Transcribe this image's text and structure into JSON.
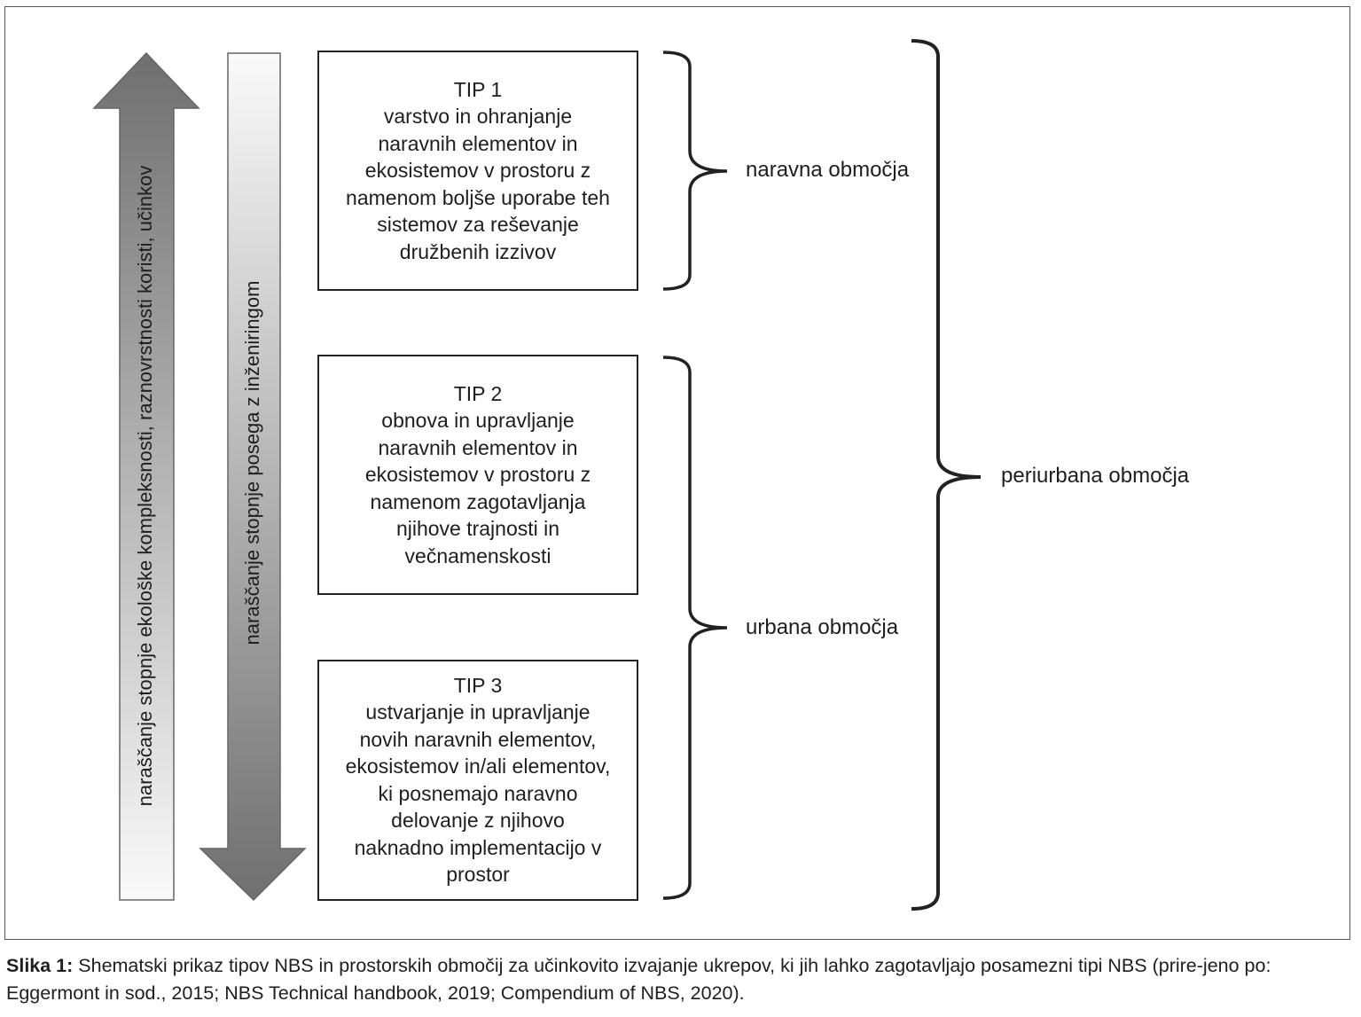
{
  "arrows": {
    "up_label": "naraščanje stopnje ekološke kompleksnosti, raznovrstnosti koristi, učinkov",
    "down_label": "naraščanje stopnje posega z inženiringom"
  },
  "boxes": [
    {
      "tip": "TIP 1",
      "text": "varstvo in ohranjanje\nnaravnih elementov in\nekosistemov v prostoru z\nnamenom boljše uporabe teh\nsistemov za reševanje\ndružbenih izzivov"
    },
    {
      "tip": "TIP 2",
      "text": "obnova in upravljanje\nnaravnih elementov in\nekosistemov v prostoru z\nnamenom zagotavljanja\nnjihove trajnosti in\nvečnamenskosti"
    },
    {
      "tip": "TIP 3",
      "text": "ustvarjanje in upravljanje\nnovih naravnih elementov,\nekosistemov in/ali elementov,\nki posnemajo naravno\ndelovanje z njihovo\nnaknadno implementacijo v\nprostor"
    }
  ],
  "areas": {
    "natural": "naravna območja",
    "urban": "urbana območja",
    "periurban": "periurbana območja"
  },
  "caption": {
    "label": "Slika 1:",
    "text": " Shematski prikaz tipov NBS in prostorskih območij za učinkovito izvajanje ukrepov, ki jih lahko zagotavljajo posamezni tipi NBS (prire-jeno po: Eggermont in sod., 2015; NBS Technical handbook, 2019; Compendium of NBS, 2020)."
  },
  "colors": {
    "arrow_dark": "#7a7a7a",
    "arrow_light": "#f4f4f4",
    "stroke": "#222222"
  }
}
